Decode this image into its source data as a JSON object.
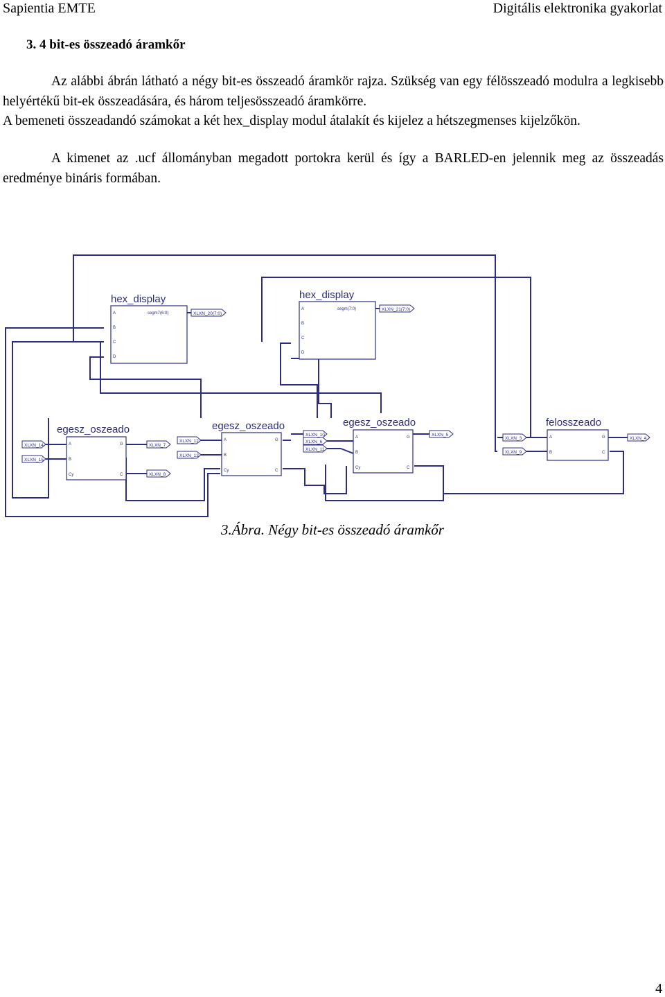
{
  "header": {
    "left": "Sapientia EMTE",
    "right": "Digitális elektronika gyakorlat"
  },
  "section_title": "3.  4 bit-es összeadó áramkőr",
  "paragraphs": [
    "Az alábbi ábrán látható a négy bit-es összeadó áramkör rajza. Szükség van egy félösszeadó modulra a legkisebb helyértékű bit-ek összeadására, és három teljesösszeadó áramkörre.",
    "A bemeneti összeadandó számokat a két hex_display modul átalakít és kijelez a hétszegmenses kijelzőkön.",
    "A kimenet az .ucf állományban megadott portokra kerül és így a BARLED-en jelennik meg az összeadás eredménye bináris formában."
  ],
  "diagram": {
    "hex1": {
      "title": "hex_display",
      "pins": [
        "A",
        "B",
        "C",
        "D"
      ],
      "out": "segm7(6:0)",
      "port": "XLXN_20(7:0)"
    },
    "hex2": {
      "title": "hex_display",
      "pins": [
        "A",
        "B",
        "C",
        "D"
      ],
      "out": "segm(7:0)",
      "port": "XLXN_21(7:0)"
    },
    "adder1": {
      "title": "egesz_oszeado",
      "pins": [
        "A",
        "B",
        "Cy"
      ],
      "outs": [
        "G",
        "C"
      ]
    },
    "adder2": {
      "title": "egesz_oszeado",
      "pins": [
        "A",
        "B",
        "Cy"
      ],
      "outs": [
        "G",
        "C"
      ]
    },
    "adder3": {
      "title": "egesz_oszeado",
      "pins": [
        "A",
        "B",
        "Cy"
      ],
      "outs": [
        "G",
        "C"
      ]
    },
    "half": {
      "title": "felosszeado",
      "pins": [
        "A",
        "B"
      ],
      "outs": [
        "G",
        "C"
      ]
    },
    "ports": {
      "p14": "XLXN_14",
      "p15": "XLXN_15",
      "p7": "XLXN_7",
      "p8": "XLXN_8",
      "p12": "XLXN_12",
      "p13": "XLXN_13",
      "p10": "XLXN_10",
      "p6": "XLXN_6",
      "p11": "XLXN_11",
      "p5": "XLXN_5",
      "p3": "XLXN_3",
      "p9": "XLXN_9",
      "p4": "XLXN_4"
    }
  },
  "caption": "3.Ábra. Négy bit-es összeadó áramkőr",
  "page_number": "4"
}
